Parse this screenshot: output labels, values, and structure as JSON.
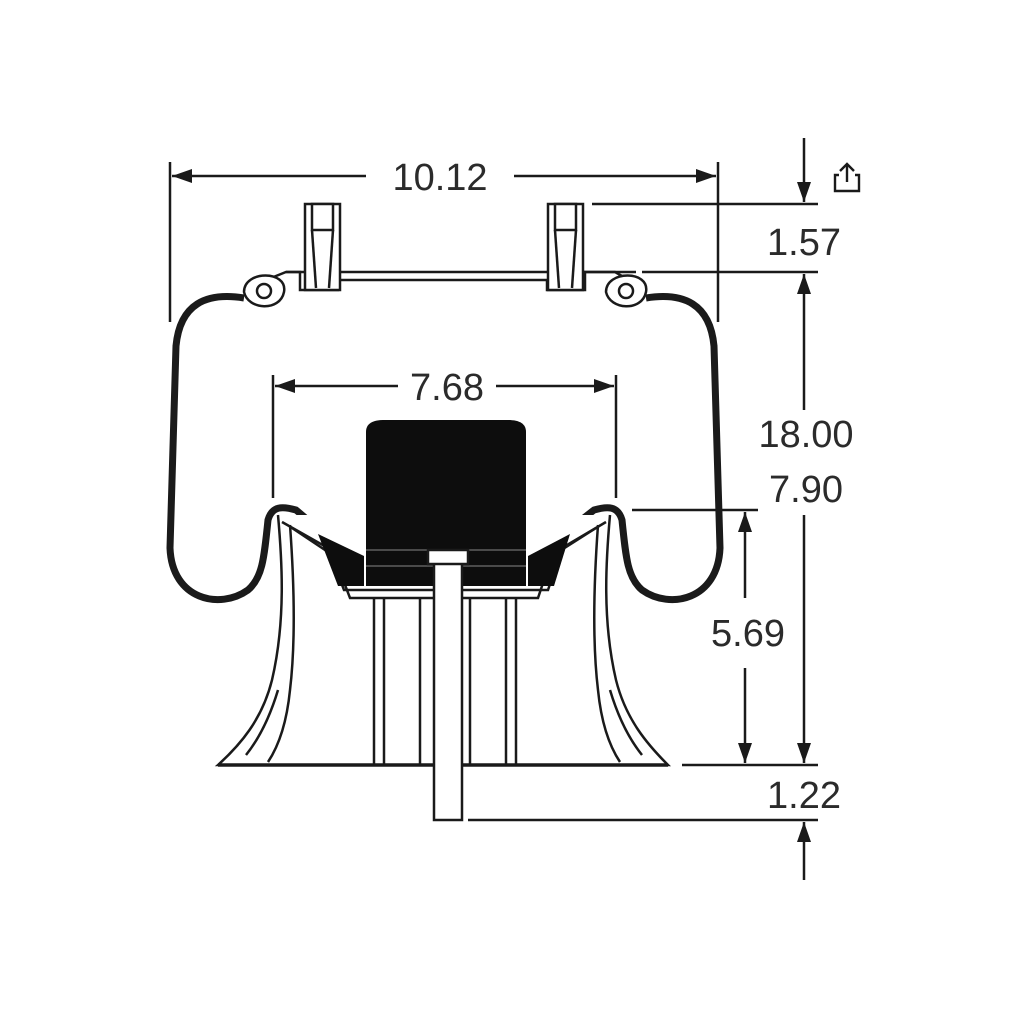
{
  "dimensions": {
    "overall_width": "10.12",
    "mount_stud_height": "1.57",
    "inner_width": "7.68",
    "max_height": "18.00",
    "min_height": "7.90",
    "piston_height": "5.69",
    "bolt_length": "1.22"
  },
  "icons": {
    "share": "share-icon"
  },
  "colors": {
    "line": "#1a1a1a",
    "text": "#2b2b2b",
    "background": "#ffffff"
  }
}
